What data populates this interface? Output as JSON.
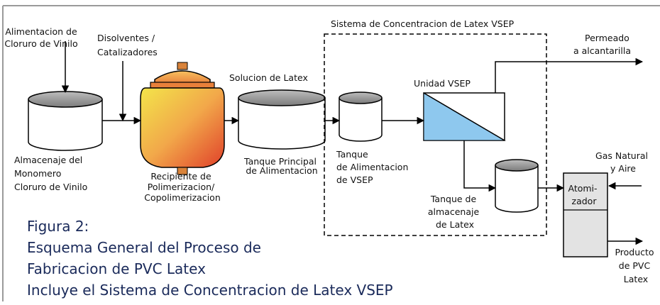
{
  "title": "Sistema de Concentracion de Latex VSEP",
  "labels": {
    "feed_line1": "Alimentacion de",
    "feed_line2": "Cloruro de Vinilo",
    "solv_line1": "Disolventes /",
    "solv_line2": "Catalizadores",
    "storage_line1": "Almacenaje del",
    "storage_line2": "Monomero",
    "storage_line3": "Cloruro de Vinilo",
    "reactor_line1": "Recipiente de",
    "reactor_line2": "Polimerizacion/",
    "reactor_line3": "Copolimerizacion",
    "latex_solution": "Solucion de Latex",
    "main_tank_line1": "Tanque Principal",
    "main_tank_line2": "de Alimentacion",
    "vsep_feed_line1": "Tanque",
    "vsep_feed_line2": "de Alimentacion",
    "vsep_feed_line3": "de VSEP",
    "vsep_unit": "Unidad VSEP",
    "latex_store_line1": "Tanque de",
    "latex_store_line2": "almacenaje",
    "latex_store_line3": "de Latex",
    "permeate_line1": "Permeado",
    "permeate_line2": "a alcantarilla",
    "gas_line1": "Gas Natural",
    "gas_line2": "y Aire",
    "atom_line1": "Atomi-",
    "atom_line2": "zador",
    "product_line1": "Producto",
    "product_line2": "de PVC",
    "product_line3": "Latex"
  },
  "caption": {
    "line1": "Figura 2:",
    "line2": "Esquema General del Proceso de",
    "line3": "Fabricacion de PVC Latex",
    "line4": "Incluye el Sistema de Concentracion de Latex VSEP"
  },
  "colors": {
    "vsep_fill": "#8ec8ee",
    "reactor_top": "#f1a14a",
    "reactor_mid": "#f3e54a",
    "reactor_bottom": "#e0402a",
    "atomizer_fill": "#e3e3e3",
    "caption": "#1a2a5a"
  }
}
